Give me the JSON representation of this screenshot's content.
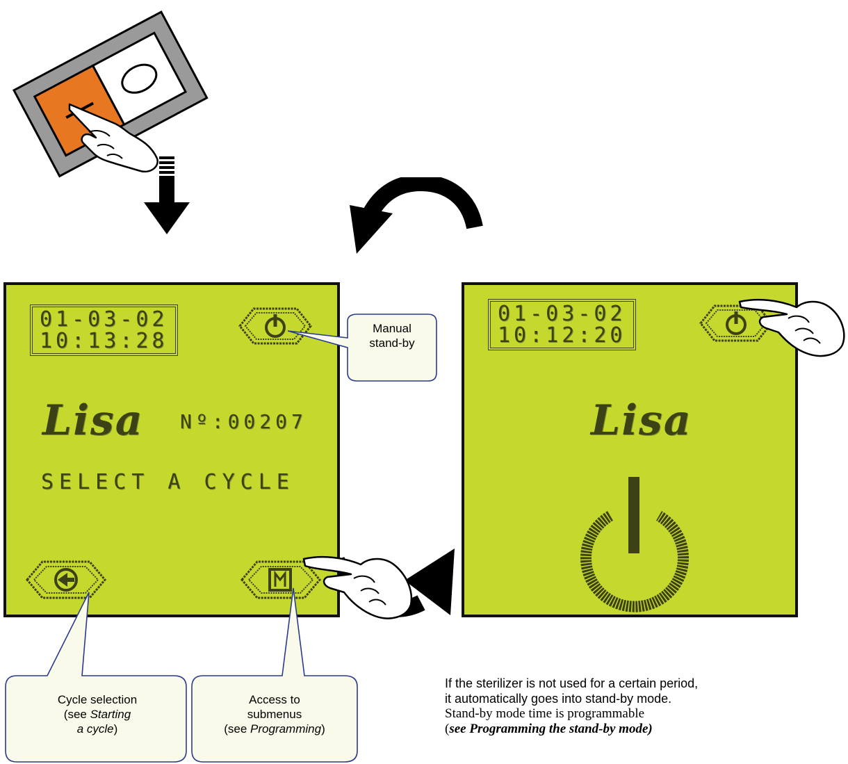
{
  "screen_left": {
    "date": "01-03-02",
    "time": "10:13:28",
    "logo": "Lisa",
    "number": "Nº:00207",
    "message": "SELECT A CYCLE"
  },
  "screen_right": {
    "date": "01-03-02",
    "time": "10:12:20",
    "logo": "Lisa"
  },
  "callouts": {
    "manual_standby": {
      "line1": "Manual",
      "line2": "stand-by"
    },
    "cycle_selection": {
      "line1": "Cycle selection",
      "line2_pre": "(see ",
      "line2_em": "Starting",
      "line3_em": "a cycle",
      "line3_post": ")"
    },
    "access_submenus": {
      "line1": "Access to",
      "line2": "submenus",
      "line3_pre": "(see ",
      "line3_em": "Programming",
      "line3_post": ")"
    }
  },
  "caption": {
    "line1": "If the sterilizer is not used for a certain period,",
    "line2": "it automatically goes into stand-by mode.",
    "line3": "Stand-by mode time is programmable",
    "line4_open": "(",
    "line4_em": "see Programming the stand-by mode)"
  },
  "switch": {
    "on_symbol": "—",
    "off_symbol": "O"
  },
  "colors": {
    "lcd": "#c4d82e",
    "switch_on": "#e87722",
    "switch_frame": "#9a9a9a",
    "callout_fill": "#fafaea"
  }
}
